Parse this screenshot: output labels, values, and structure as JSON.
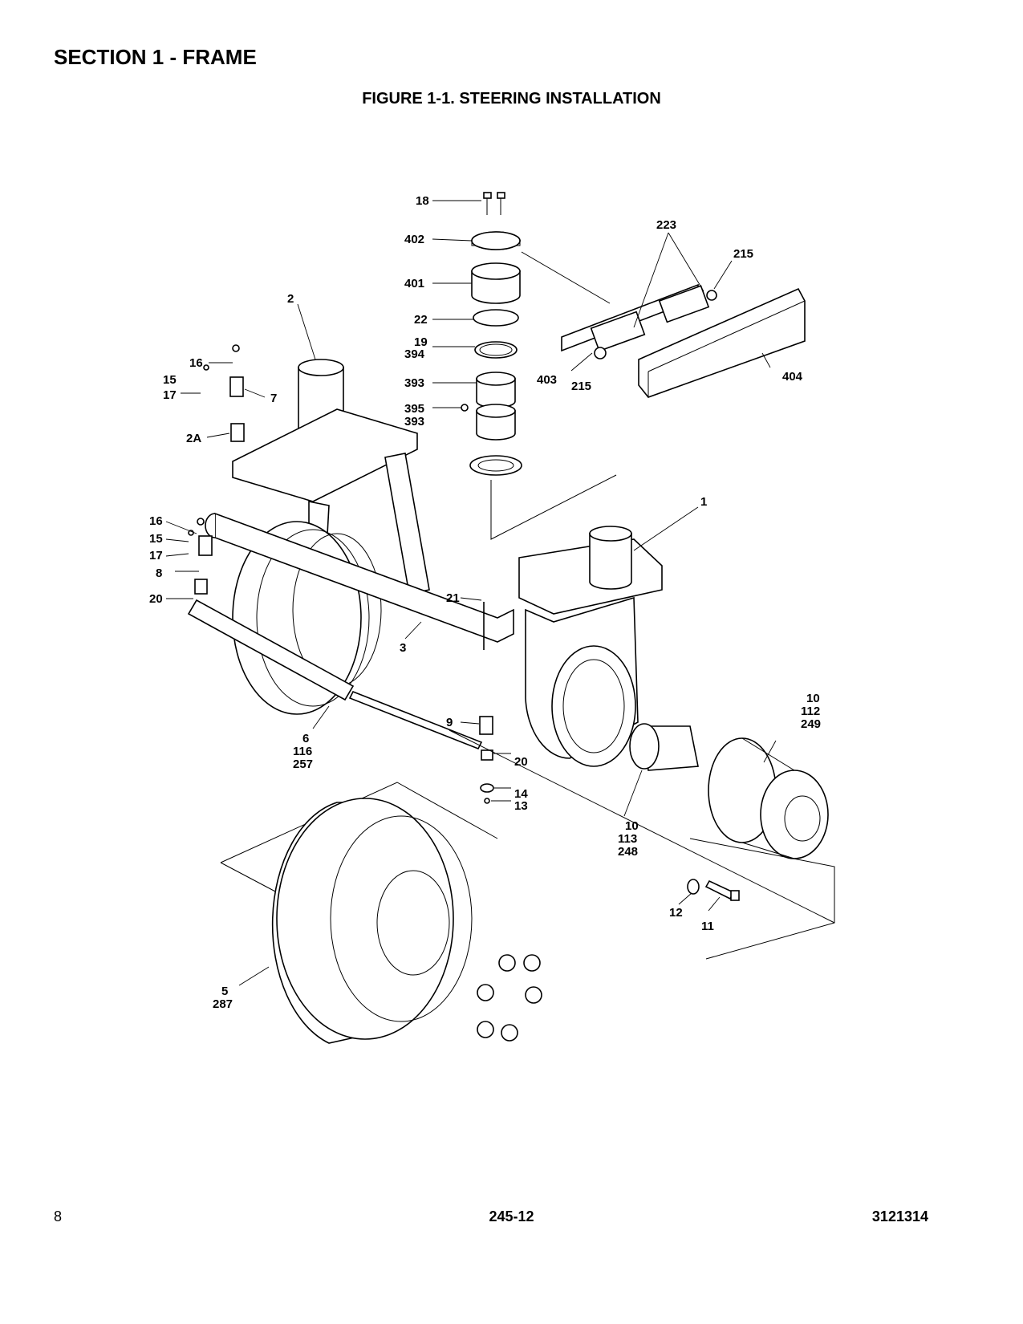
{
  "section_title": "SECTION 1 - FRAME",
  "figure_title": "FIGURE 1-1. STEERING INSTALLATION",
  "footer": {
    "page": "8",
    "model": "245-12",
    "doc_number": "3121314"
  },
  "callouts": {
    "c18": "18",
    "c402": "402",
    "c401": "401",
    "c22": "22",
    "c19": "19",
    "c394": "394",
    "c393a": "393",
    "c395": "395",
    "c393b": "393",
    "c223": "223",
    "c215a": "215",
    "c403": "403",
    "c215b": "215",
    "c404": "404",
    "c2": "2",
    "c16a": "16",
    "c15a": "15",
    "c17a": "17",
    "c7": "7",
    "c2A": "2A",
    "c16b": "16",
    "c15b": "15",
    "c17b": "17",
    "c8": "8",
    "c20a": "20",
    "c1": "1",
    "c21": "21",
    "c3": "3",
    "c10a": "10",
    "c112": "112",
    "c249": "249",
    "c9": "9",
    "c6": "6",
    "c116": "116",
    "c257": "257",
    "c20b": "20",
    "c14": "14",
    "c13": "13",
    "c10b": "10",
    "c113": "113",
    "c248": "248",
    "c12": "12",
    "c11": "11",
    "c5": "5",
    "c287": "287"
  }
}
